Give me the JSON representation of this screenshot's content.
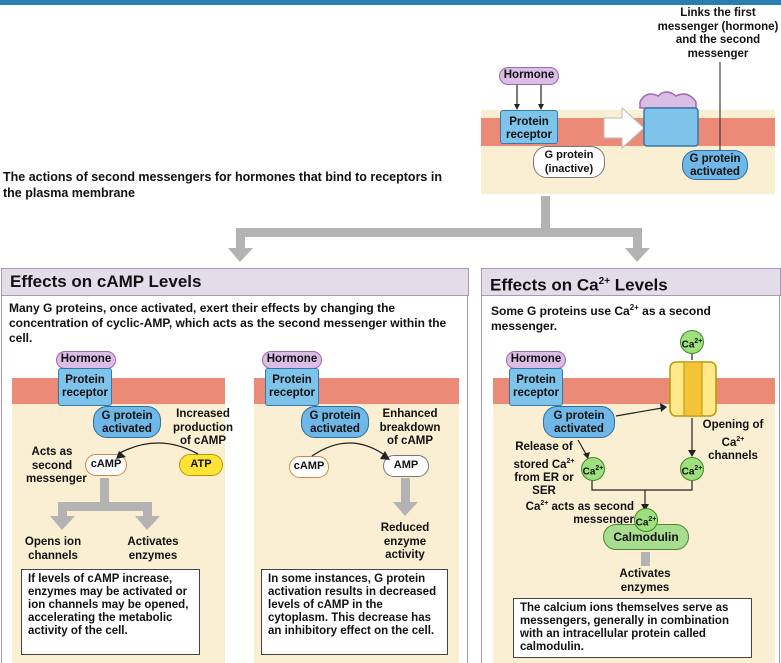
{
  "intro": {
    "title": "The actions of second messengers for hormones that bind to receptors in the plasma membrane"
  },
  "top": {
    "hormone": "Hormone",
    "protein_receptor": "Protein receptor",
    "g_inactive": "G protein (inactive)",
    "g_activated": "G protein activated",
    "link_note": "Links the first messenger (hormone) and the second messenger"
  },
  "camp": {
    "heading": "Effects on cAMP Levels",
    "description": "Many G proteins, once activated, exert their effects by changing the concentration  of cyclic-AMP, which acts as the second messenger within the cell.",
    "left": {
      "hormone": "Hormone",
      "receptor": "Protein receptor",
      "g_protein": "G protein activated",
      "increased": "Increased production of cAMP",
      "acts_as": "Acts as second messenger",
      "camp": "cAMP",
      "atp": "ATP",
      "opens": "Opens ion channels",
      "activates": "Activates enzymes",
      "note": "If levels of cAMP increase, enzymes may be activated or ion channels may be opened, accelerating the metabolic activity of the cell."
    },
    "right": {
      "hormone": "Hormone",
      "receptor": "Protein receptor",
      "g_protein": "G protein activated",
      "enhanced": "Enhanced breakdown of cAMP",
      "camp": "cAMP",
      "amp": "AMP",
      "reduced": "Reduced enzyme activity",
      "note": "In some instances, G protein activation results in decreased levels of cAMP in the cytoplasm. This decrease has an inhibitory  effect on the cell."
    }
  },
  "calcium": {
    "heading": "Effects on Ca",
    "heading_sup": "2+",
    "heading_tail": " Levels",
    "description_pre": "Some G proteins use Ca",
    "description_sup": "2+",
    "description_post": " as a second messenger.",
    "hormone": "Hormone",
    "receptor": "Protein receptor",
    "g_protein": "G protein activated",
    "ca_label": "Ca",
    "ca_sup": "2+",
    "release_pre": "Release of stored Ca",
    "release_sup": "2+",
    "release_post": " from ER or SER",
    "opening_pre": "Opening of Ca",
    "opening_sup": "2+",
    "opening_post": " channels",
    "acts_pre": "Ca",
    "acts_sup": "2+",
    "acts_post": " acts as second messenger",
    "calmodulin": "Calmodulin",
    "activates": "Activates enzymes",
    "note": "The calcium ions themselves serve as messengers, generally in combination with an intracellular protein called calmodulin."
  }
}
